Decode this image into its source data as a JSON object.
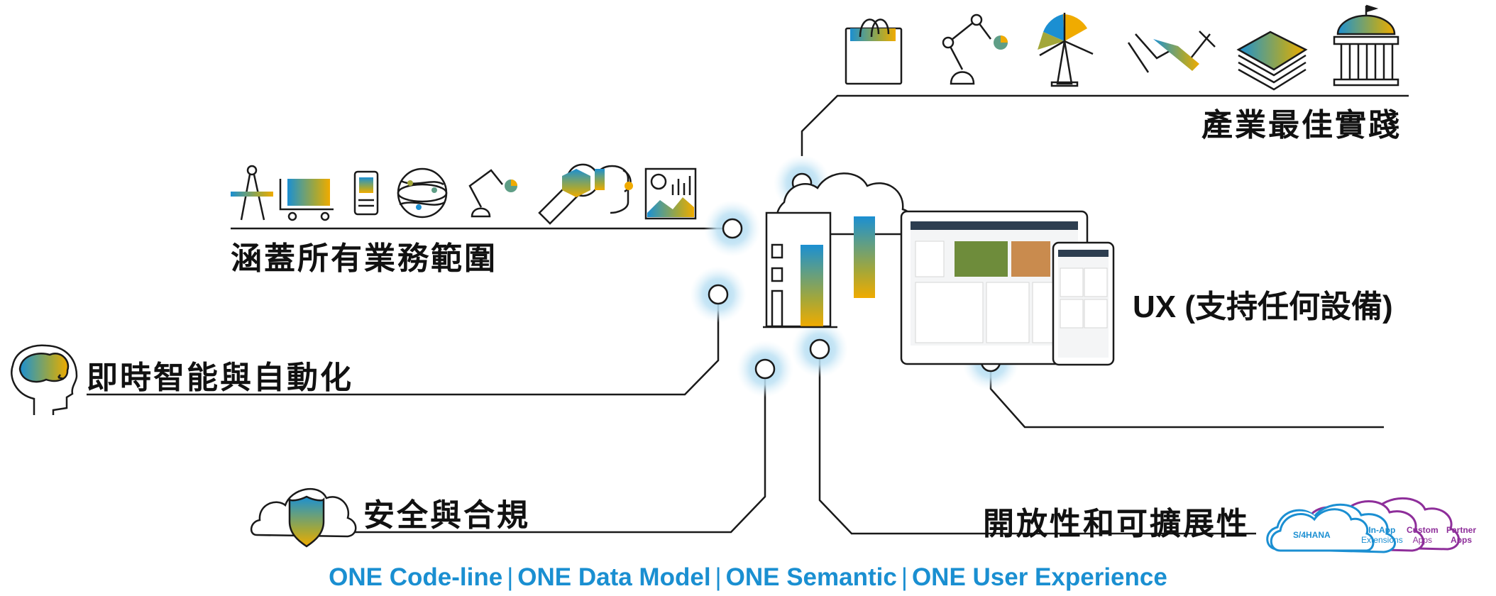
{
  "labels": {
    "industry": "產業最佳實踐",
    "coverage": "涵蓋所有業務範圍",
    "intelligence": "即時智能與自動化",
    "ux": "UX (支持任何設備)",
    "security": "安全與合規",
    "openness": "開放性和可擴展性"
  },
  "cloud_stack": {
    "s4": "S/4HANA",
    "inapp_1": "In-App",
    "inapp_2": "Extensions",
    "custom_1": "Custom",
    "custom_2": "Apps",
    "partner_1": "Partner",
    "partner_2": "Apps"
  },
  "footer": {
    "part1": "ONE Code-line",
    "part2": "ONE Data Model",
    "part3": "ONE Semantic",
    "part4": "ONE User Experience",
    "separator": "|"
  },
  "colors": {
    "blue": "#1b8fd2",
    "gold": "#f0ab00",
    "olive": "#a3a73a",
    "teal": "#5f9e86",
    "node_glow": "#9ed2ee",
    "line": "#1a1a1a",
    "purple": "#8e2e9a",
    "footer": "#1a8fd1"
  },
  "icons": {
    "industry": [
      "shopping-bag-icon",
      "robot-arm-icon",
      "wind-turbine-icon",
      "handshake-icon",
      "banknotes-icon",
      "government-building-icon"
    ],
    "coverage": [
      "compass-icon",
      "cart-icon",
      "payment-terminal-icon",
      "network-globe-icon",
      "robot-arm-small-icon",
      "wrench-gear-icon",
      "headset-agent-icon",
      "dashboard-chart-icon"
    ]
  }
}
